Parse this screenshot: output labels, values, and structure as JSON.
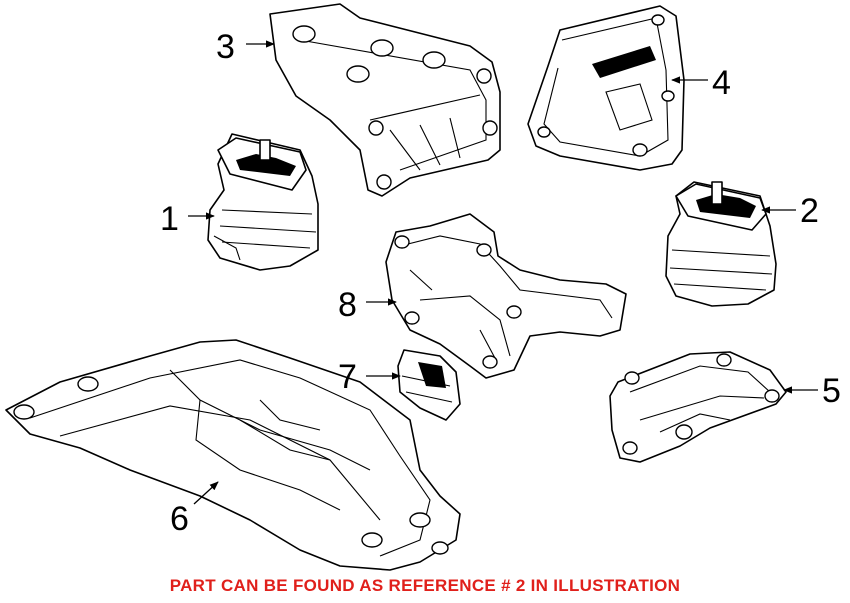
{
  "callouts": [
    {
      "id": "1",
      "label": "1"
    },
    {
      "id": "2",
      "label": "2"
    },
    {
      "id": "3",
      "label": "3"
    },
    {
      "id": "4",
      "label": "4"
    },
    {
      "id": "5",
      "label": "5"
    },
    {
      "id": "6",
      "label": "6"
    },
    {
      "id": "7",
      "label": "7"
    },
    {
      "id": "8",
      "label": "8"
    }
  ],
  "caption": "PART CAN BE FOUND AS REFERENCE # 2 IN ILLUSTRATION",
  "colors": {
    "caption": "#e0201b",
    "line": "#000000",
    "background": "#ffffff"
  }
}
